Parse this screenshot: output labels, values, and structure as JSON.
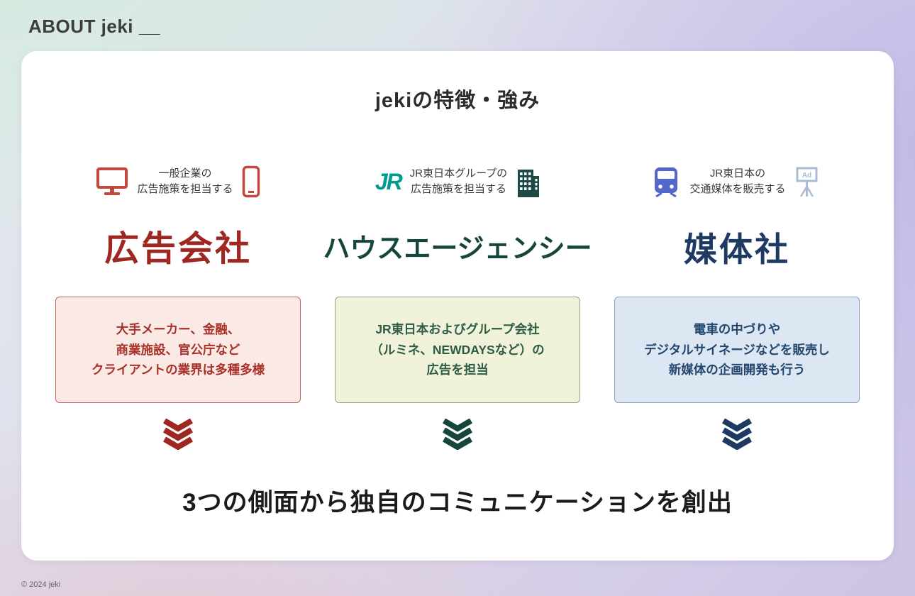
{
  "header": {
    "title": "ABOUT jeki",
    "underscore": "__"
  },
  "footer": {
    "copyright": "© 2024 jeki"
  },
  "card": {
    "title": "jekiの特徴・強み",
    "conclusion": "3つの側面から独自のコミュニケーションを創出",
    "columns": [
      {
        "name": "広告会社",
        "tagline": [
          "一般企業の",
          "広告施策を担当する"
        ],
        "icons": [
          "monitor-icon",
          "smartphone-icon"
        ],
        "box_lines": [
          "大手メーカー、金融、",
          "商業施設、官公庁など",
          "クライアントの業界は多種多様"
        ],
        "colors": {
          "heading": "#9e2721",
          "box_bg": "#fbe9e5",
          "box_border": "#c2655d",
          "box_text": "#a8322a",
          "icon": "#c2473d"
        }
      },
      {
        "name": "ハウスエージェンシー",
        "tagline": [
          "JR東日本グループの",
          "広告施策を担当する"
        ],
        "icons": [
          "jr-logo-icon",
          "building-icon"
        ],
        "logo_text": "JR",
        "box_lines": [
          "JR東日本およびグループ会社",
          "（ルミネ、NEWDAYSなど）の",
          "広告を担当"
        ],
        "colors": {
          "heading": "#16453c",
          "box_bg": "#f0f3da",
          "box_border": "#97a283",
          "box_text": "#2e5c45",
          "icon": "#009b8e"
        }
      },
      {
        "name": "媒体社",
        "tagline": [
          "JR東日本の",
          "交通媒体を販売する"
        ],
        "icons": [
          "train-icon",
          "billboard-icon"
        ],
        "billboard_label": "Ad",
        "box_lines": [
          "電車の中づりや",
          "デジタルサイネージなどを販売し",
          "新媒体の企画開発も行う"
        ],
        "colors": {
          "heading": "#1e3a63",
          "box_bg": "#dde7f3",
          "box_border": "#8ba3c6",
          "box_text": "#24476f",
          "icon": "#5566c9"
        }
      }
    ]
  }
}
